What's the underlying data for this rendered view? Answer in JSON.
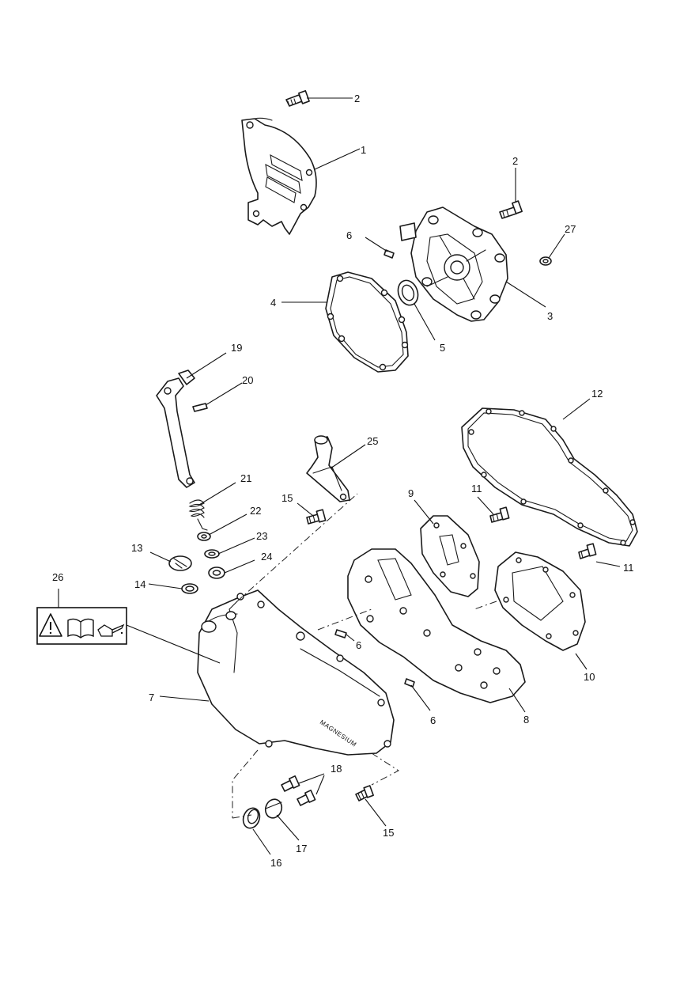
{
  "callouts": {
    "c1": "1",
    "c2a": "2",
    "c2b": "2",
    "c3": "3",
    "c4": "4",
    "c5": "5",
    "c6a": "6",
    "c6b": "6",
    "c6c": "6",
    "c7": "7",
    "c8": "8",
    "c9": "9",
    "c10": "10",
    "c11a": "11",
    "c11b": "11",
    "c12": "12",
    "c13": "13",
    "c14": "14",
    "c15a": "15",
    "c15b": "15",
    "c16": "16",
    "c17": "17",
    "c18": "18",
    "c19": "19",
    "c20": "20",
    "c21": "21",
    "c22": "22",
    "c23": "23",
    "c24": "24",
    "c25": "25",
    "c26": "26",
    "c27": "27"
  },
  "cover_stamp": "MAGNESIUM",
  "warning_label_icons": [
    "warning-triangle-icon",
    "manual-book-icon",
    "oil-can-icon"
  ]
}
